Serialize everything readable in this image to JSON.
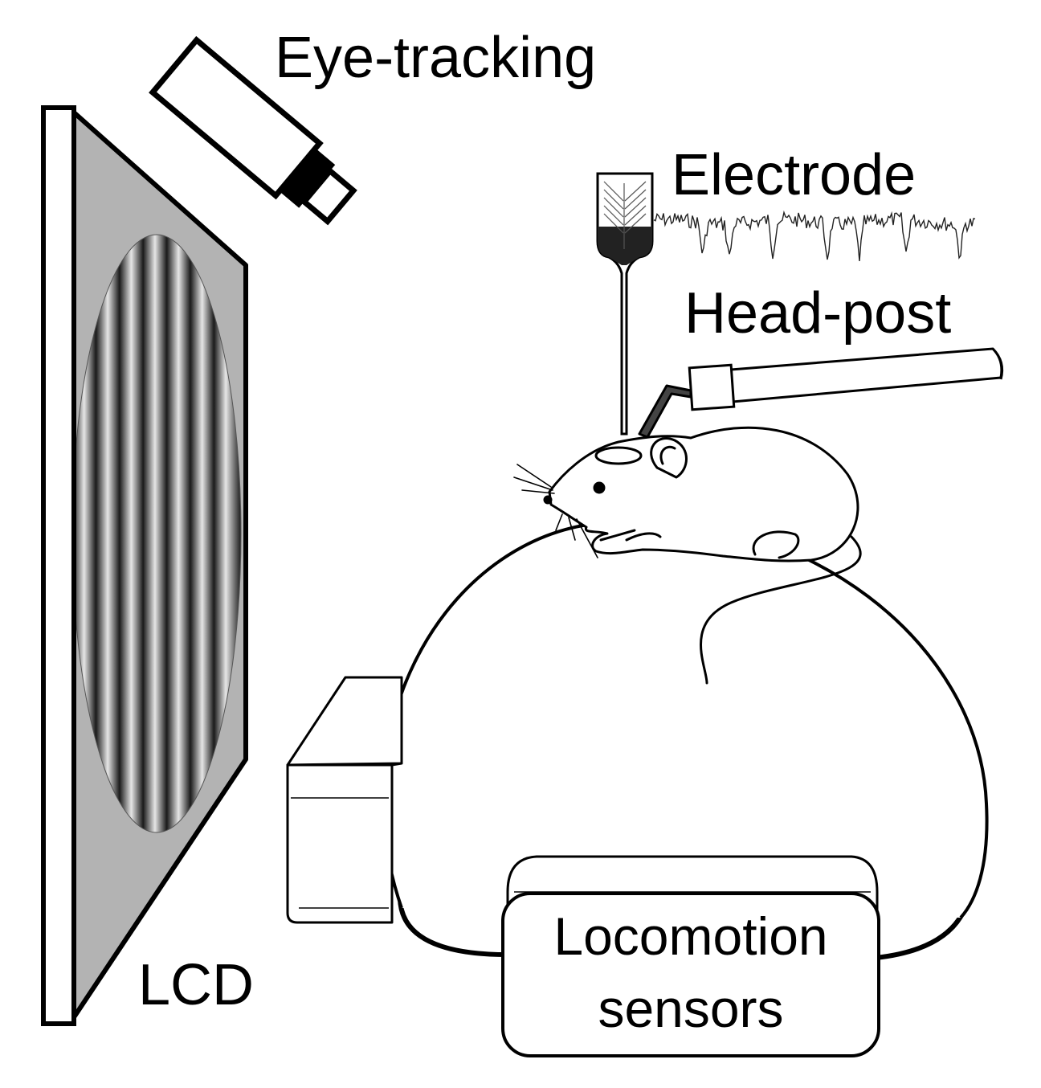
{
  "labels": {
    "eye_tracking": "Eye-tracking",
    "electrode": "Electrode",
    "head_post": "Head-post",
    "lcd": "LCD",
    "locomotion_line1": "Locomotion",
    "locomotion_line2": "sensors"
  },
  "colors": {
    "line": "#000000",
    "screen_gray": "#b3b3b3",
    "grating_dark": "#1a1a1a",
    "grating_light": "#e6e6e6",
    "background": "#ffffff"
  }
}
